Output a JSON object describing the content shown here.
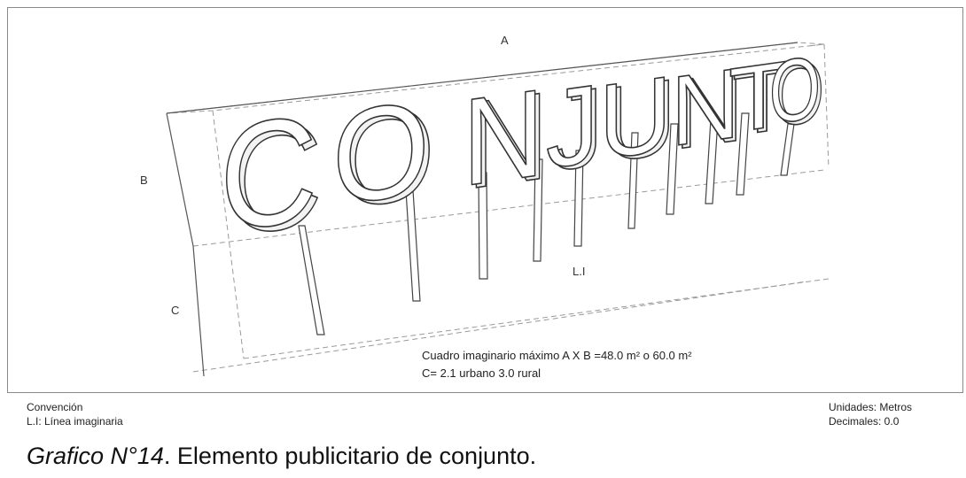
{
  "diagram": {
    "label_a": "A",
    "label_b": "B",
    "label_c": "C",
    "label_li": "L.I",
    "sign_text": "CONJUNTO",
    "note_line1": "Cuadro imaginario máximo A X B =48.0 m² o 60.0 m²",
    "note_line2": "C= 2.1 urbano 3.0 rural"
  },
  "legend_left": {
    "title": "Convención",
    "item": "L.I: Línea imaginaria"
  },
  "legend_right": {
    "units": "Unidades: Metros",
    "decimals": "Decimales: 0.0"
  },
  "caption": {
    "italic_part": "Grafico N°14",
    "rest": ". Elemento publicitario de conjunto."
  },
  "colors": {
    "line": "#555555",
    "dash": "#9a9a9a",
    "letter_fill": "#ffffff",
    "letter_stroke": "#333333"
  }
}
